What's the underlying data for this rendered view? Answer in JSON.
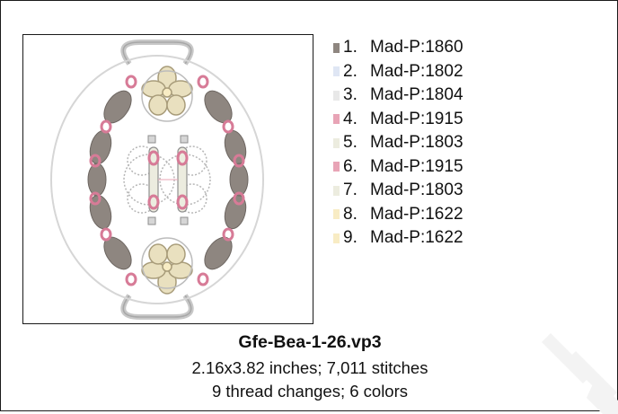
{
  "design": {
    "filename": "Gfe-Bea-1-26.vp3",
    "dimensions_line": "2.16x3.82 inches; 7,011 stitches",
    "changes_line": "9 thread changes; 6 colors"
  },
  "threads": [
    {
      "num": "1.",
      "name": "Mad-P:1860",
      "color": "#8e8680"
    },
    {
      "num": "2.",
      "name": "Mad-P:1802",
      "color": "#dfe6f4"
    },
    {
      "num": "3.",
      "name": "Mad-P:1804",
      "color": "#e8e8e8"
    },
    {
      "num": "4.",
      "name": "Mad-P:1915",
      "color": "#e8a4b6"
    },
    {
      "num": "5.",
      "name": "Mad-P:1803",
      "color": "#ececdf"
    },
    {
      "num": "6.",
      "name": "Mad-P:1915",
      "color": "#e8a4b6"
    },
    {
      "num": "7.",
      "name": "Mad-P:1803",
      "color": "#ececdf"
    },
    {
      "num": "8.",
      "name": "Mad-P:1622",
      "color": "#f8ecc4"
    },
    {
      "num": "9.",
      "name": "Mad-P:1622",
      "color": "#f8ecc4"
    }
  ],
  "icons": {
    "preview": "embroidery-design-preview",
    "watermark": "watermark-logo"
  }
}
